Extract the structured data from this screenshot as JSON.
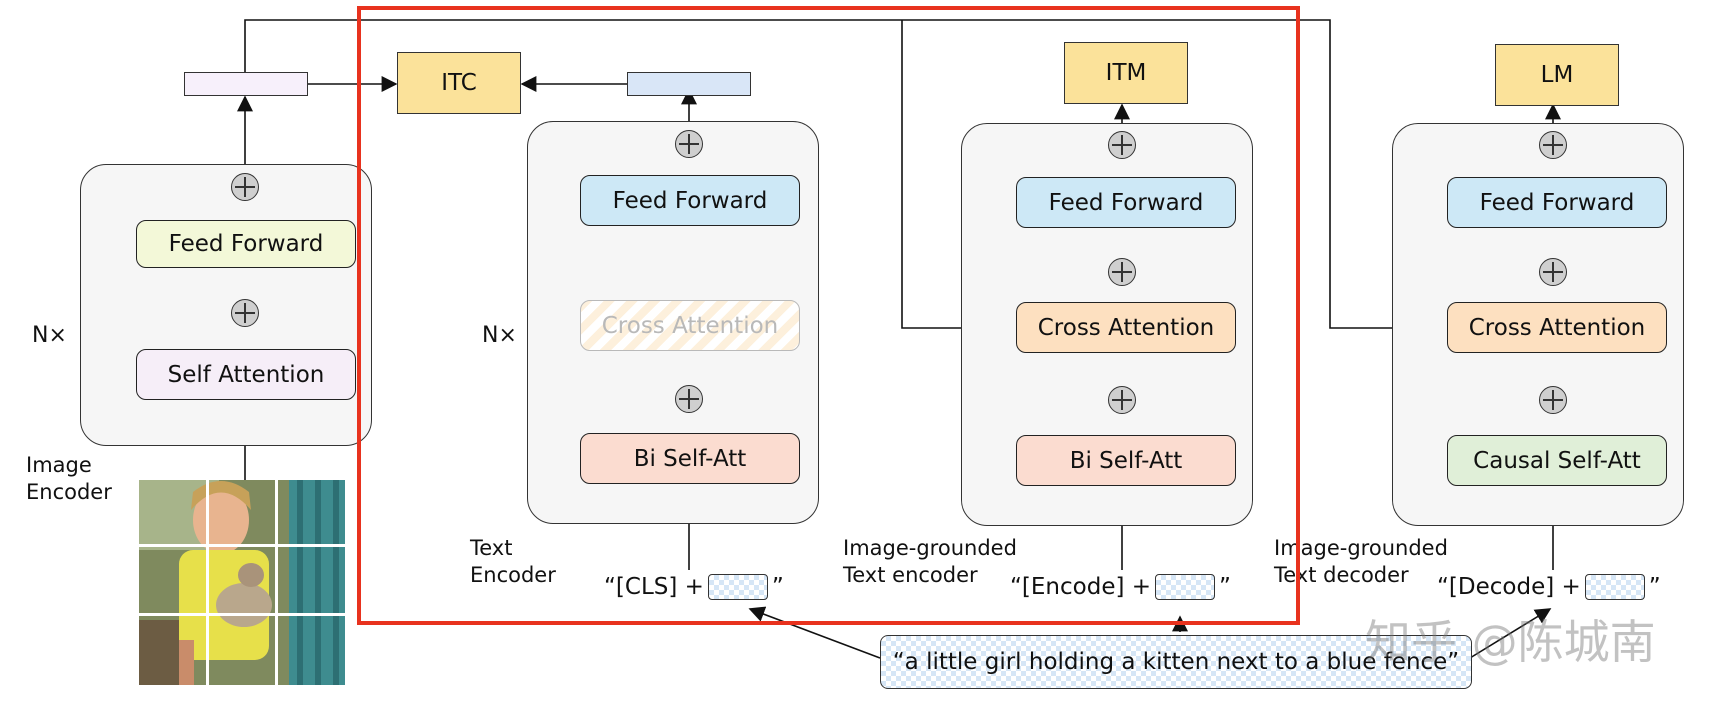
{
  "image_encoder": {
    "label": "Image\nEncoder",
    "repeat": "N×",
    "feed_forward": "Feed Forward",
    "self_attention": "Self Attention"
  },
  "text_encoder": {
    "label": "Text\nEncoder",
    "repeat": "N×",
    "feed_forward": "Feed Forward",
    "cross_attention": "Cross Attention",
    "self_att": "Bi Self-Att",
    "head": "ITC",
    "input_prefix": "“[CLS] +",
    "input_suffix": "”"
  },
  "grounded_encoder": {
    "label": "Image-grounded\nText encoder",
    "feed_forward": "Feed Forward",
    "cross_attention": "Cross Attention",
    "self_att": "Bi Self-Att",
    "head": "ITM",
    "input_prefix": "“[Encode] +",
    "input_suffix": "”"
  },
  "grounded_decoder": {
    "label": "Image-grounded\nText decoder",
    "feed_forward": "Feed Forward",
    "cross_attention": "Cross Attention",
    "self_att": "Causal Self-Att",
    "head": "LM",
    "input_prefix": "“[Decode] +",
    "input_suffix": "”"
  },
  "caption": "“a little girl holding a kitten next to a blue fence”",
  "watermark": "知乎 @陈城南",
  "colors": {
    "highlight_box": "#e8321e",
    "feed_forward_img": "#f3f8d8",
    "self_attention_img": "#f6eef8",
    "feed_forward": "#cde8f6",
    "cross_attention": "#fde0c0",
    "bi_self_att": "#fbdcd0",
    "causal_self_att": "#e0efd8",
    "head": "#fbe29a"
  }
}
